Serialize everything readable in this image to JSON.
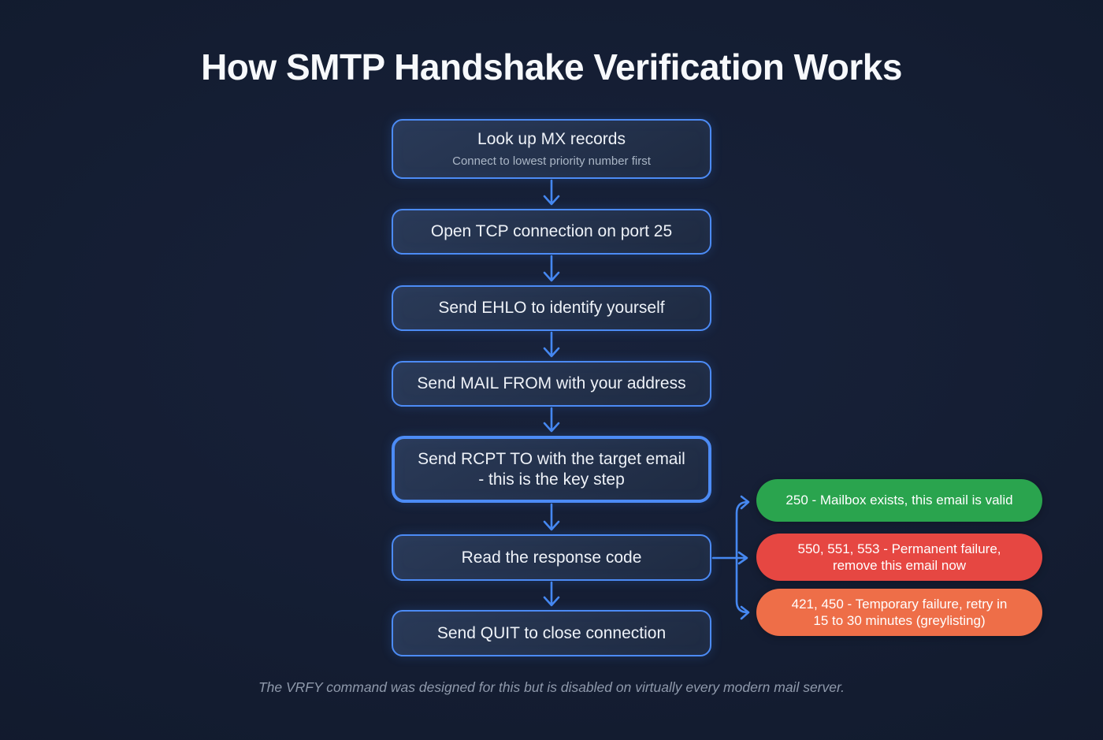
{
  "title": "How SMTP Handshake Verification Works",
  "flow": {
    "steps": [
      {
        "label": "Look up MX records",
        "sublabel": "Connect to lowest priority number first"
      },
      {
        "label": "Open TCP connection on port 25"
      },
      {
        "label": "Send EHLO to identify yourself"
      },
      {
        "label": "Send MAIL FROM with your address"
      },
      {
        "lines": [
          "Send RCPT TO with the target email",
          "- this is the key step"
        ],
        "highlight": true
      },
      {
        "label": "Read the response code"
      },
      {
        "label": "Send QUIT to close connection"
      }
    ]
  },
  "outcomes": [
    {
      "lines": [
        "250 - Mailbox exists, this email is valid"
      ],
      "color": "#2aa44e",
      "meaning": "valid"
    },
    {
      "lines": [
        "550, 551, 553 - Permanent failure,",
        "remove this email now"
      ],
      "color": "#e64742",
      "meaning": "permanent-failure"
    },
    {
      "lines": [
        "421, 450 - Temporary failure, retry in",
        "15 to 30 minutes (greylisting)"
      ],
      "color": "#ee6e48",
      "meaning": "temporary-failure"
    }
  ],
  "footnote": "The VRFY command was designed for this but is disabled on virtually every modern mail server.",
  "colors": {
    "background": "#141d32",
    "box_background": "#22304a",
    "box_border_blue": "#4c8bf5",
    "arrow_blue": "#4688f1",
    "success_green": "#2aa44e",
    "failure_red": "#e64742",
    "warning_orange": "#ee6e48",
    "title_text": "#f7f9fc",
    "subtitle_text": "#aab6c6",
    "footnote_text": "#8f99ab"
  }
}
